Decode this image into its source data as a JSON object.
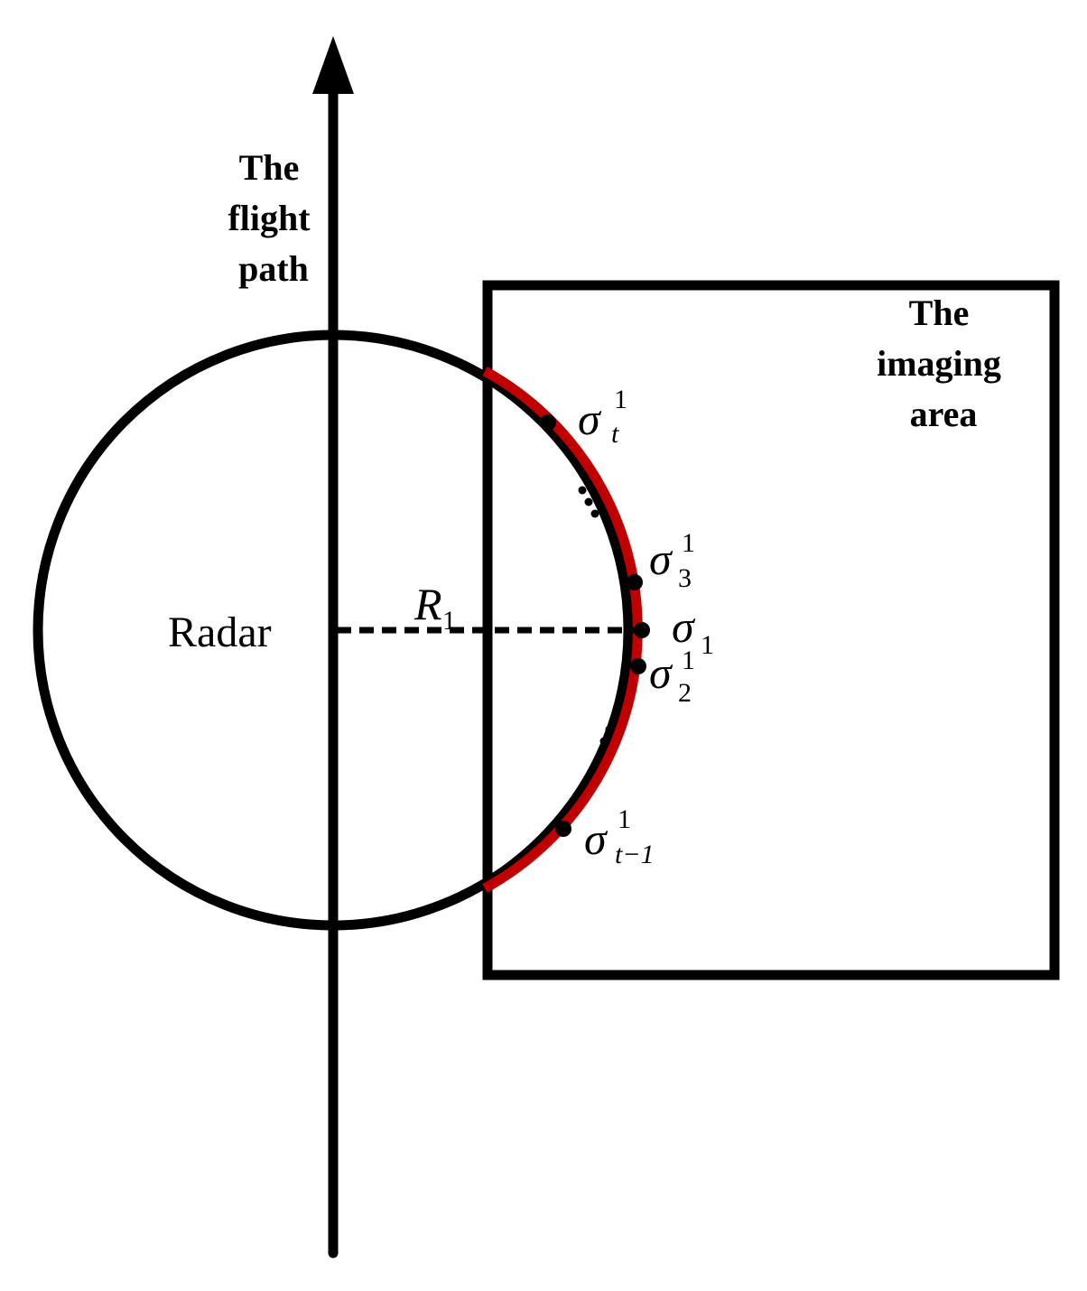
{
  "labels": {
    "flight_path": [
      "The",
      "flight",
      "path"
    ],
    "imaging_area": [
      "The",
      "imaging",
      "area"
    ],
    "radar": "Radar"
  },
  "math": {
    "range": {
      "symbol": "R",
      "sub": "1"
    },
    "center_point": {
      "symbol": "σ",
      "sub": "1"
    },
    "points": [
      {
        "id": "t",
        "symbol": "σ",
        "sup": "1",
        "sub": "t"
      },
      {
        "id": "3",
        "symbol": "σ",
        "sup": "1",
        "sub": "3"
      },
      {
        "id": "2",
        "symbol": "σ",
        "sup": "1",
        "sub": "2"
      },
      {
        "id": "t-1",
        "symbol": "σ",
        "sup": "1",
        "sub": "t−1"
      }
    ],
    "ellipsis": "⋯"
  },
  "colors": {
    "line": "#000000",
    "arc_highlight": "#c00000",
    "background": "#ffffff"
  }
}
